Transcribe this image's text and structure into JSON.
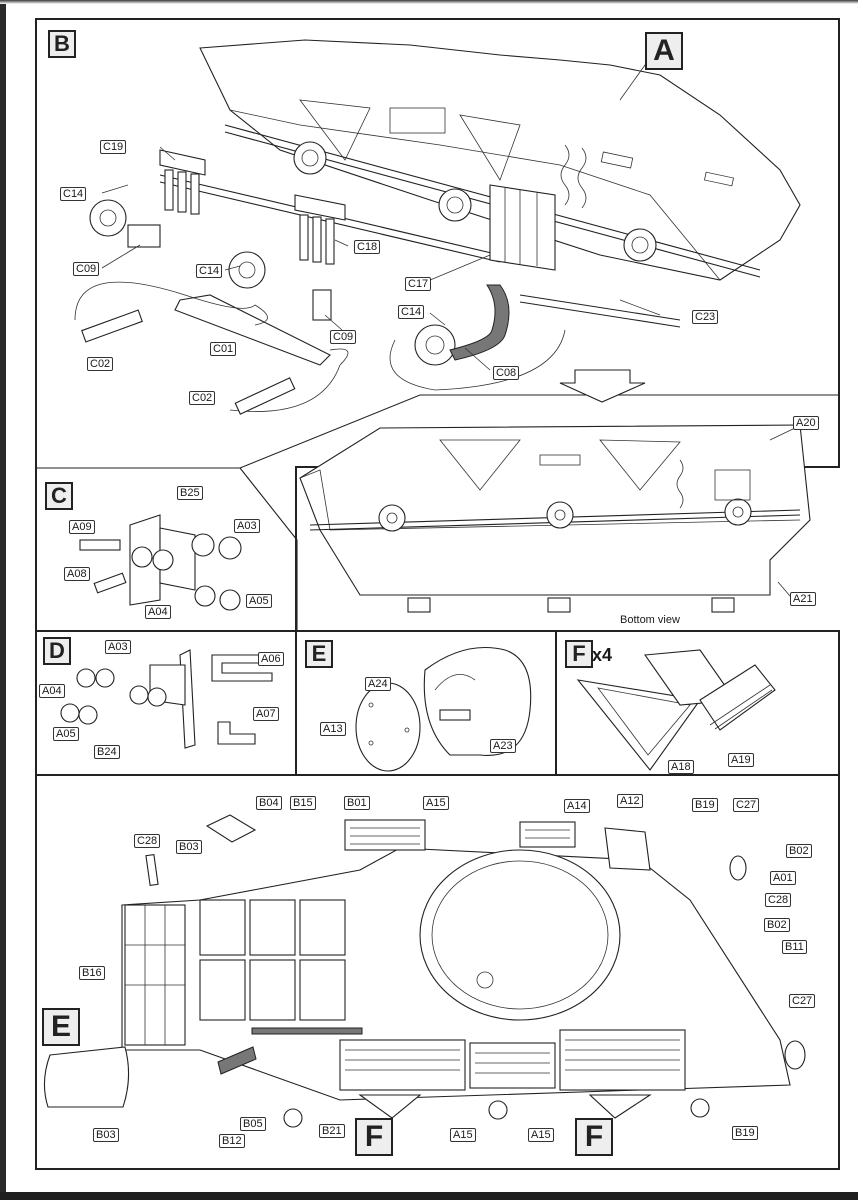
{
  "sections": {
    "B": {
      "step_label": "B",
      "sub_label": "A",
      "parts": [
        "C19",
        "C14",
        "C09",
        "C14",
        "C18",
        "C17",
        "C09",
        "C14",
        "C02",
        "C01",
        "C02",
        "C08",
        "C23"
      ]
    },
    "bottom_view": {
      "caption": "Bottom view",
      "parts": [
        "A20",
        "A21"
      ]
    },
    "C": {
      "step_label": "C",
      "parts": [
        "B25",
        "A09",
        "A03",
        "A08",
        "A04",
        "A05"
      ]
    },
    "D": {
      "step_label": "D",
      "parts": [
        "A03",
        "A06",
        "A04",
        "A05",
        "A07",
        "B24"
      ]
    },
    "E": {
      "step_label": "E",
      "parts": [
        "A24",
        "A13",
        "A23"
      ]
    },
    "F": {
      "step_label": "F",
      "multiplier": "x4",
      "parts": [
        "A18",
        "A19"
      ]
    },
    "final": {
      "sub_labels": [
        "E",
        "F",
        "F"
      ],
      "parts": [
        "B04",
        "B15",
        "B01",
        "A15",
        "A14",
        "A12",
        "B19",
        "C27",
        "C28",
        "B03",
        "B02",
        "A01",
        "C28",
        "B02",
        "B11",
        "B16",
        "C27",
        "B03",
        "B05",
        "B12",
        "B21",
        "A15",
        "A15",
        "B19"
      ]
    }
  },
  "colors": {
    "ink": "#222222",
    "shade": "#777777",
    "paper": "#ffffff"
  }
}
